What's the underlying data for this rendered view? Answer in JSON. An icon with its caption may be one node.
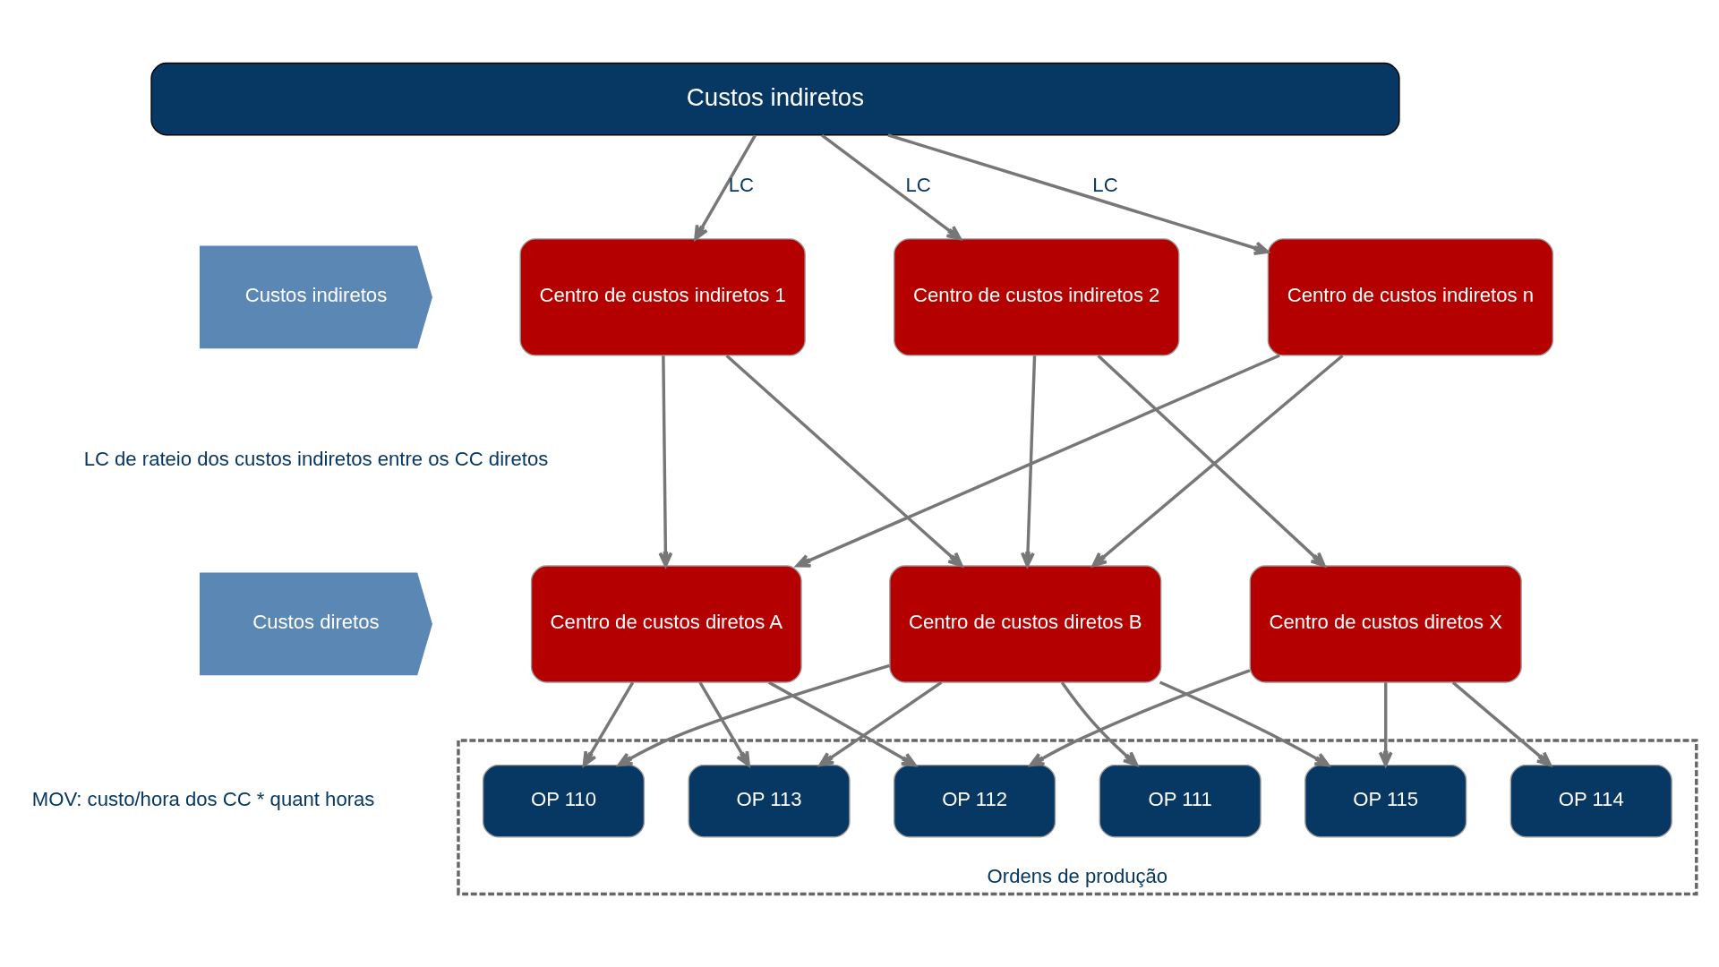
{
  "diagram": {
    "nodes": [
      {
        "text": [
          "Custos indiretos"
        ]
      },
      {
        "text": [
          "Custos indiretos"
        ]
      },
      {
        "text": [
          "Centro de custos indiretos 1"
        ]
      },
      {
        "text": [
          "Centro de custos indiretos 2"
        ]
      },
      {
        "text": [
          "Centro de custos indiretos n"
        ]
      },
      {
        "text": [
          "Custos diretos"
        ]
      },
      {
        "text": [
          "Centro de custos diretos A"
        ]
      },
      {
        "text": [
          "Centro de custos diretos B"
        ]
      },
      {
        "text": [
          "Centro de custos diretos X"
        ]
      },
      {
        "text": [
          "Ordens de produção"
        ]
      },
      {
        "text": [
          "OP 110"
        ],
        "in": 9
      },
      {
        "text": [
          "OP 111"
        ],
        "in": 9
      },
      {
        "text": [
          "OP 112"
        ],
        "in": 9
      },
      {
        "text": [
          "OP 113"
        ],
        "in": 9
      },
      {
        "text": [
          "OP 114"
        ],
        "in": 9
      },
      {
        "text": [
          "OP 115"
        ],
        "in": 9
      }
    ],
    "edges": [
      {
        "from": 0,
        "to": 2,
        "arrow": "to",
        "label": "LC"
      },
      {
        "from": 0,
        "to": 3,
        "arrow": "to",
        "label": "LC"
      },
      {
        "from": 0,
        "to": 4,
        "arrow": "to",
        "label": "LC"
      },
      {
        "from": 2,
        "to": 6,
        "arrow": "to"
      },
      {
        "from": 2,
        "to": 7,
        "arrow": "to"
      },
      {
        "from": 3,
        "to": 7,
        "arrow": "to"
      },
      {
        "from": 3,
        "to": 8,
        "arrow": "to"
      },
      {
        "from": 4,
        "to": 6,
        "arrow": "to"
      },
      {
        "from": 4,
        "to": 7,
        "arrow": "to"
      },
      {
        "from": 6,
        "to": 10,
        "arrow": "to"
      },
      {
        "from": 6,
        "to": 12,
        "arrow": "to"
      },
      {
        "from": 6,
        "to": 13,
        "arrow": "to"
      },
      {
        "from": 7,
        "to": 10,
        "arrow": "to"
      },
      {
        "from": 7,
        "to": 11,
        "arrow": "to"
      },
      {
        "from": 7,
        "to": 13,
        "arrow": "to"
      },
      {
        "from": 7,
        "to": 15,
        "arrow": "to"
      },
      {
        "from": 8,
        "to": 12,
        "arrow": "to"
      },
      {
        "from": 8,
        "to": 14,
        "arrow": "to"
      },
      {
        "from": 8,
        "to": 15,
        "arrow": "to"
      }
    ],
    "labels": [
      "LC de rateio dos custos indiretos entre os CC diretos",
      "MOV: custo/hora dos CC * quant horas"
    ]
  }
}
